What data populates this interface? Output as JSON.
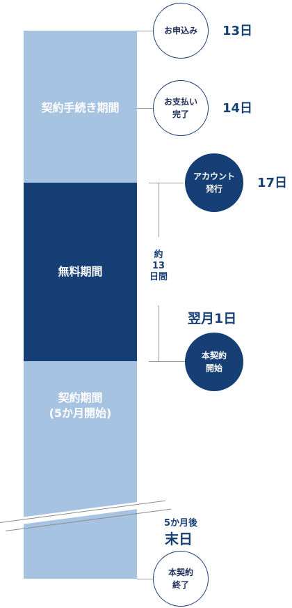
{
  "bar": {
    "segments": [
      {
        "label": "契約手続き期間"
      },
      {
        "label": "無料期間"
      },
      {
        "label": "契約期間\n(5か月開始)"
      }
    ]
  },
  "events": [
    {
      "circle": "お申込み",
      "day": "13日"
    },
    {
      "circle": "お支払い\n完了",
      "day": "14日"
    },
    {
      "circle": "アカウント\n発行",
      "day": "17日"
    },
    {
      "circle": "本契約\n開始",
      "day": "翌月1日"
    },
    {
      "circle": "本契約\n終了",
      "day": "末日",
      "sub": "5か月後"
    }
  ],
  "duration": {
    "label": "約\n13\n日間"
  },
  "colors": {
    "light": "#a6c3e2",
    "dark": "#153f75",
    "line": "#9a9a9a"
  }
}
